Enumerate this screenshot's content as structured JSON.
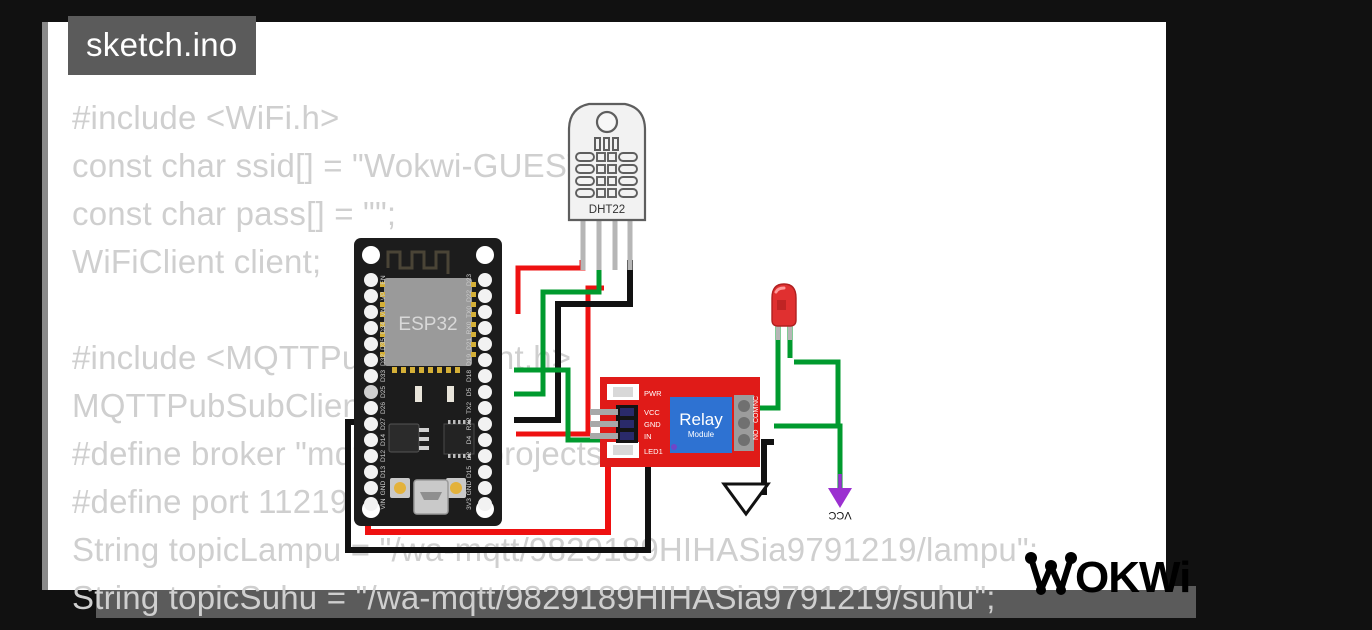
{
  "window": {
    "background_color": "#111111",
    "sheet_color": "#ffffff",
    "bottom_bar_color": "#5b5b5b"
  },
  "tab": {
    "label": "sketch.ino",
    "background": "#5b5b5b",
    "text_color": "#ffffff"
  },
  "code": {
    "text_color": "#cfcfcf",
    "lines": [
      "#include <WiFi.h>",
      "const char ssid[] = \"Wokwi-GUEST\";",
      "const char pass[] = \"\";",
      "WiFiClient client;",
      "",
      "#include <MQTTPubSubClient.h>",
      "MQTTPubSubClient mqtt;",
      "#define broker \"mqtt.eclipseprojects.io\"",
      "#define port 11219",
      "String topicLampu = \"/wa-mqtt/9829189HIHASia9791219/lampu\";",
      "String topicSuhu = \"/wa-mqtt/9829189HIHASia9791219/suhu\";"
    ]
  },
  "diagram": {
    "esp32": {
      "label": "ESP32",
      "board_color": "#1c1c1c",
      "chip_color": "#9a9a9a",
      "pins_left": [
        "EN",
        "VP",
        "VN",
        "D34",
        "D35",
        "D32",
        "D33",
        "D25",
        "D26",
        "D27",
        "D14",
        "D12",
        "D13",
        "GND",
        "VIN"
      ],
      "pins_right": [
        "D23",
        "D22",
        "TX0",
        "RX0",
        "D21",
        "D19",
        "D18",
        "D5",
        "TX2",
        "RX2",
        "D4",
        "D2",
        "D15",
        "GND",
        "3V3"
      ]
    },
    "dht22": {
      "label": "DHT22",
      "body_color": "#f0f0f0",
      "outline_color": "#606060",
      "pin_count": 4
    },
    "relay": {
      "label_line1": "Relay",
      "label_line2": "Module",
      "board_color": "#e01b18",
      "block_color": "#2e72d2",
      "led_labels": [
        "PWR",
        "LED1"
      ],
      "input_pins": [
        "VCC",
        "GND",
        "IN"
      ],
      "output_terminals": [
        "NO",
        "COM",
        "NC"
      ]
    },
    "led": {
      "color": "#e03030",
      "state": "off"
    },
    "power": {
      "vcc_label": "VCC",
      "vcc_color": "#9b30d0",
      "gnd_symbol": "ground-triangle"
    },
    "wire_colors": {
      "power": "#ee1111",
      "signal": "#009a2e",
      "ground": "#111111"
    }
  },
  "logo": {
    "text": "WOKWI",
    "color": "#000000"
  }
}
